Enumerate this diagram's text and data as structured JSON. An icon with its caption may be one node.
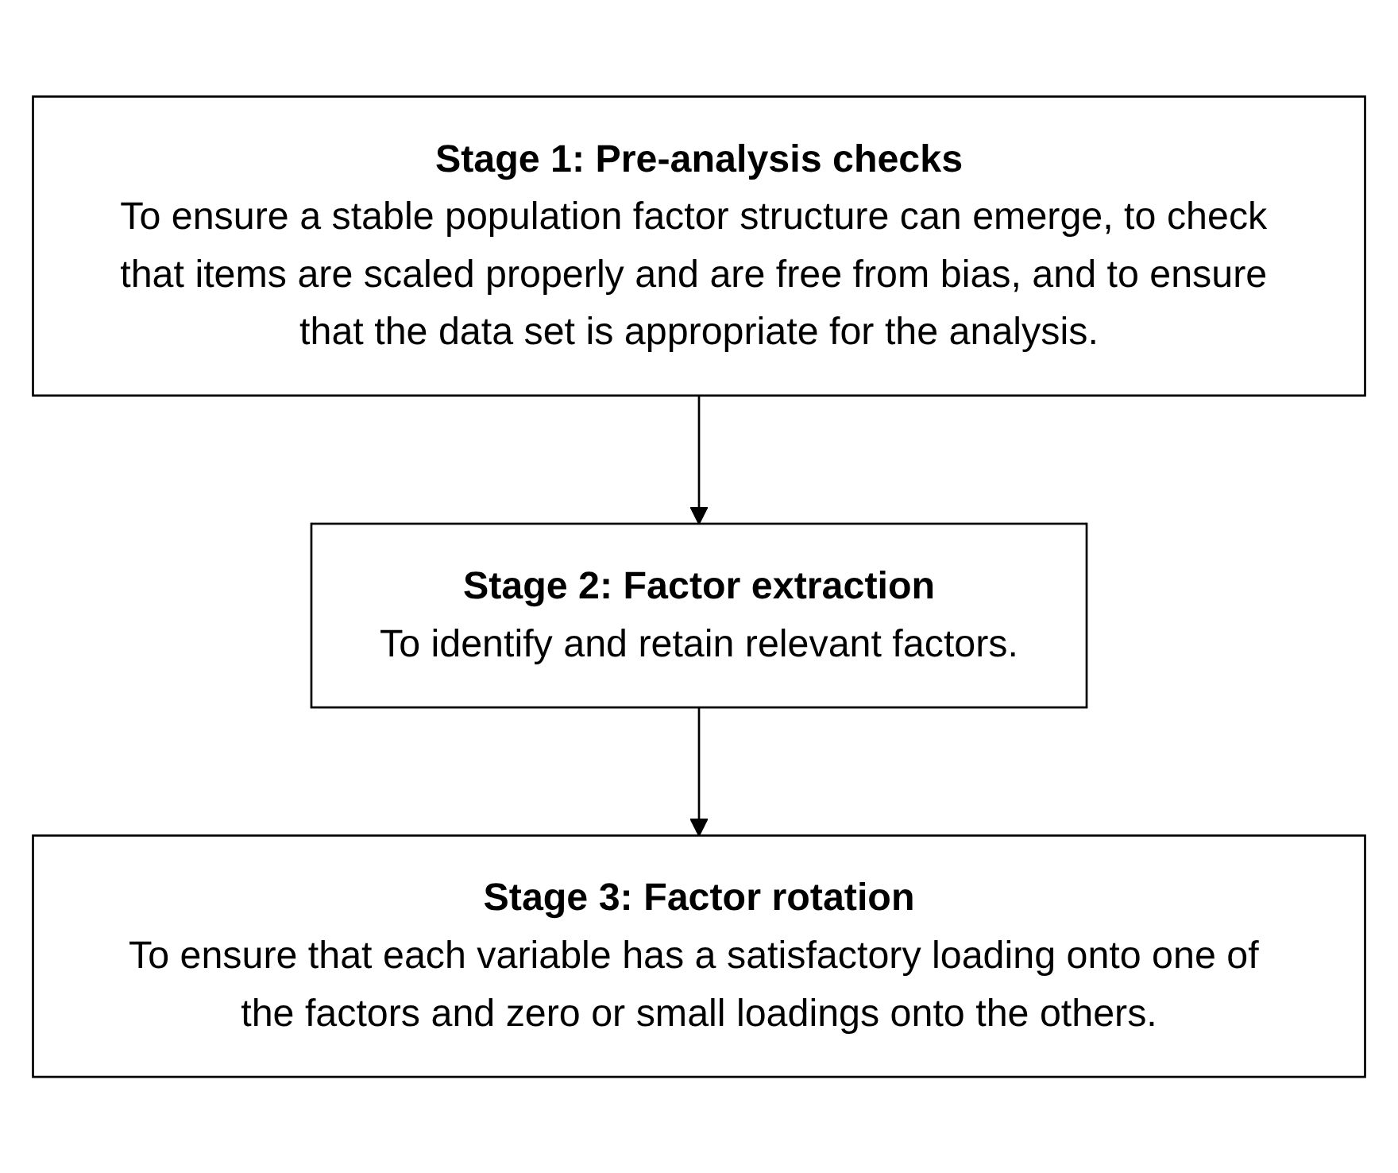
{
  "diagram": {
    "nodes": [
      {
        "text": [
          "Stage 1: Pre-analysis checks",
          "To ensure a stable population factor structure can emerge, to check that items are scaled properly and are free from bias, and to ensure that the data set is appropriate for the analysis."
        ]
      },
      {
        "text": [
          "Stage 2: Factor extraction",
          "To identify and retain relevant factors."
        ]
      },
      {
        "text": [
          "Stage 3: Factor rotation",
          "To ensure that each variable has a satisfactory loading onto one of the factors and zero or small loadings onto the others."
        ]
      }
    ],
    "edges": [
      {
        "from": 0,
        "to": 1,
        "arrow": "to"
      },
      {
        "from": 1,
        "to": 2,
        "arrow": "to"
      }
    ]
  }
}
